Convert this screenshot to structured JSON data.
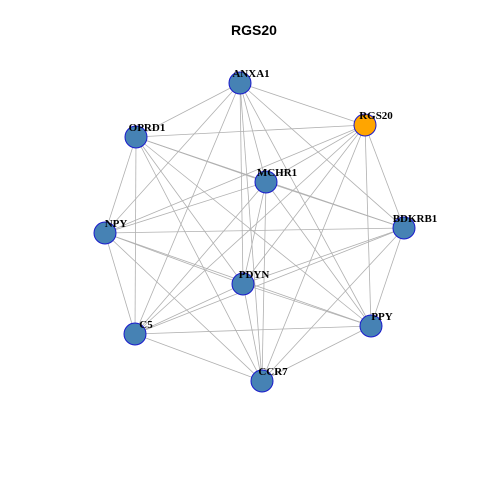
{
  "title": "RGS20",
  "colors": {
    "default_node": "#4682b4",
    "highlight_node": "#ffa500",
    "node_border": "#1a1acc",
    "edge": "#b0b0b0"
  },
  "nodes": [
    {
      "id": "ANXA1",
      "label": "ANXA1",
      "highlight": false
    },
    {
      "id": "RGS20",
      "label": "RGS20",
      "highlight": true
    },
    {
      "id": "OPRD1",
      "label": "OPRD1",
      "highlight": false
    },
    {
      "id": "MCHR1",
      "label": "MCHR1",
      "highlight": false
    },
    {
      "id": "BDKRB1",
      "label": "BDKRB1",
      "highlight": false
    },
    {
      "id": "NPY",
      "label": "NPY",
      "highlight": false
    },
    {
      "id": "PDYN",
      "label": "PDYN",
      "highlight": false
    },
    {
      "id": "PPY",
      "label": "PPY",
      "highlight": false
    },
    {
      "id": "C5",
      "label": "C5",
      "highlight": false
    },
    {
      "id": "CCR7",
      "label": "CCR7",
      "highlight": false
    }
  ],
  "edges": [
    [
      "ANXA1",
      "RGS20"
    ],
    [
      "ANXA1",
      "OPRD1"
    ],
    [
      "ANXA1",
      "MCHR1"
    ],
    [
      "ANXA1",
      "BDKRB1"
    ],
    [
      "ANXA1",
      "NPY"
    ],
    [
      "ANXA1",
      "PDYN"
    ],
    [
      "ANXA1",
      "PPY"
    ],
    [
      "ANXA1",
      "C5"
    ],
    [
      "ANXA1",
      "CCR7"
    ],
    [
      "RGS20",
      "OPRD1"
    ],
    [
      "RGS20",
      "MCHR1"
    ],
    [
      "RGS20",
      "BDKRB1"
    ],
    [
      "RGS20",
      "NPY"
    ],
    [
      "RGS20",
      "PDYN"
    ],
    [
      "RGS20",
      "PPY"
    ],
    [
      "RGS20",
      "C5"
    ],
    [
      "RGS20",
      "CCR7"
    ],
    [
      "OPRD1",
      "MCHR1"
    ],
    [
      "OPRD1",
      "BDKRB1"
    ],
    [
      "OPRD1",
      "NPY"
    ],
    [
      "OPRD1",
      "PDYN"
    ],
    [
      "OPRD1",
      "PPY"
    ],
    [
      "OPRD1",
      "C5"
    ],
    [
      "OPRD1",
      "CCR7"
    ],
    [
      "MCHR1",
      "BDKRB1"
    ],
    [
      "MCHR1",
      "NPY"
    ],
    [
      "MCHR1",
      "PDYN"
    ],
    [
      "MCHR1",
      "PPY"
    ],
    [
      "MCHR1",
      "C5"
    ],
    [
      "MCHR1",
      "CCR7"
    ],
    [
      "BDKRB1",
      "NPY"
    ],
    [
      "BDKRB1",
      "PDYN"
    ],
    [
      "BDKRB1",
      "PPY"
    ],
    [
      "BDKRB1",
      "C5"
    ],
    [
      "BDKRB1",
      "CCR7"
    ],
    [
      "NPY",
      "PDYN"
    ],
    [
      "NPY",
      "PPY"
    ],
    [
      "NPY",
      "C5"
    ],
    [
      "NPY",
      "CCR7"
    ],
    [
      "PDYN",
      "PPY"
    ],
    [
      "PDYN",
      "C5"
    ],
    [
      "PDYN",
      "CCR7"
    ],
    [
      "PPY",
      "C5"
    ],
    [
      "PPY",
      "CCR7"
    ],
    [
      "C5",
      "CCR7"
    ]
  ]
}
